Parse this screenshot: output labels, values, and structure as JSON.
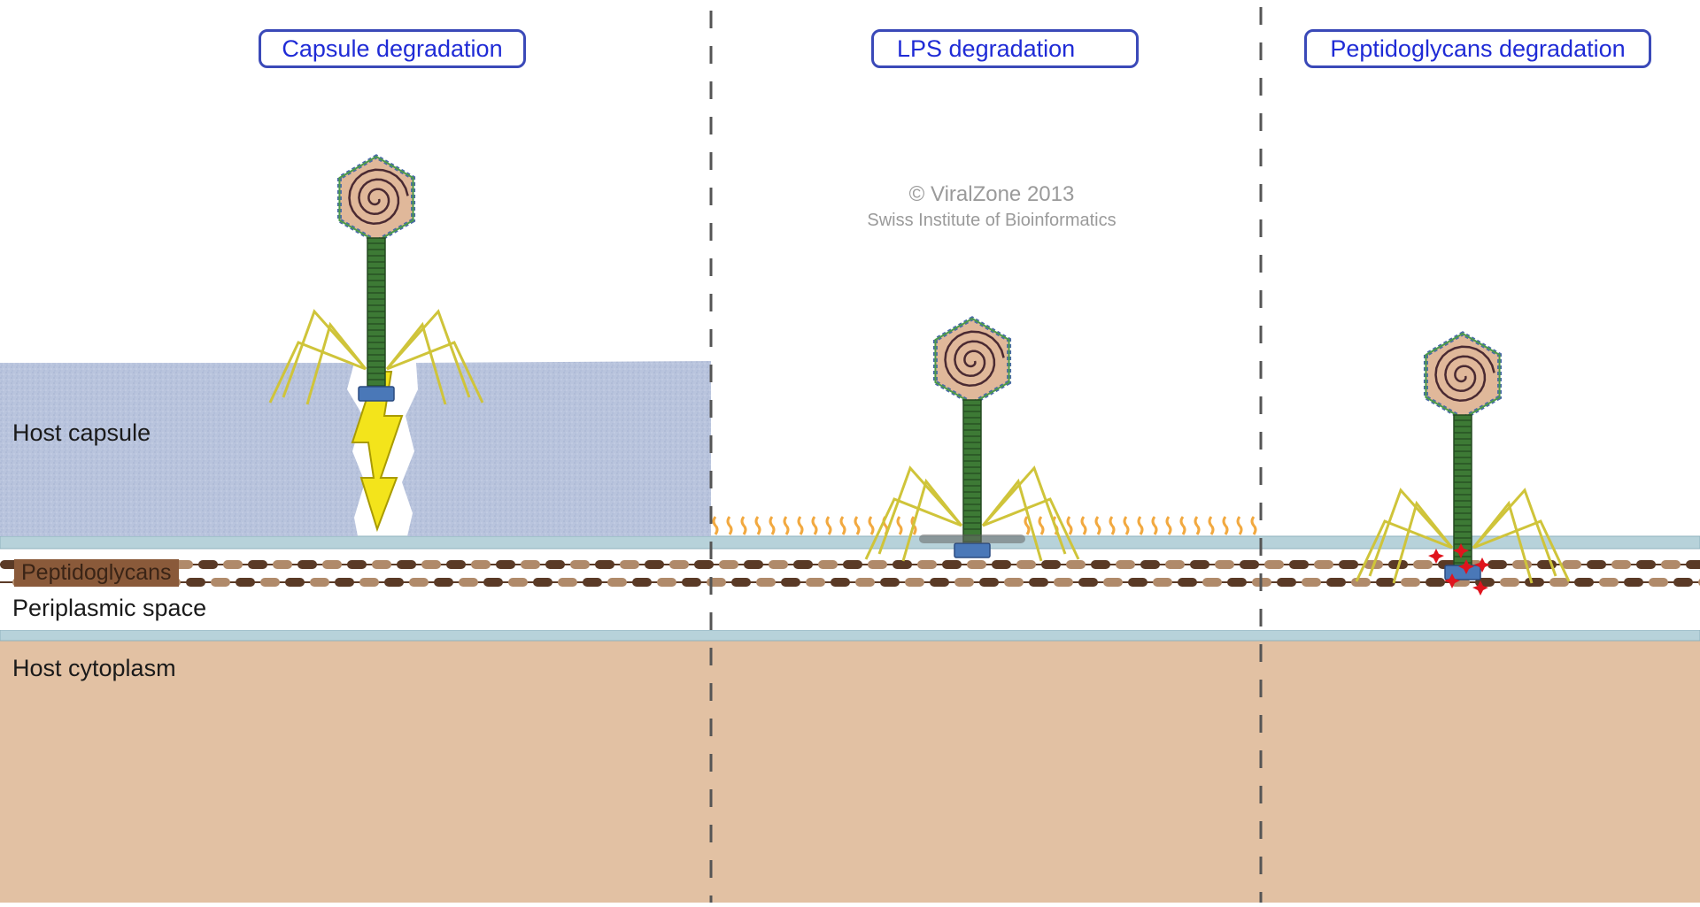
{
  "panels": {
    "capsule": "Capsule degradation",
    "lps": "LPS degradation",
    "peptidoglycan": "Peptidoglycans degradation"
  },
  "labels": {
    "host_capsule": "Host capsule",
    "peptidoglycans": "Peptidoglycans",
    "periplasmic_space": "Periplasmic space",
    "host_cytoplasm": "Host cytoplasm"
  },
  "watermark": {
    "line1": "© ViralZone 2013",
    "line2": "Swiss Institute of Bioinformatics"
  },
  "colors": {
    "capsule": "#b7c2dc",
    "membrane": "#b7d2da",
    "cytoplasm": "#e2c1a3",
    "peptidoglycan_dark": "#5a3a26",
    "peptidoglycan_light": "#b08a6a",
    "lps": "#f2a940",
    "tail_green": "#3d7a35",
    "fiber_yellow": "#cfc43a",
    "head_fill": "#e0b89a",
    "bolt": "#f3e41b",
    "damage_red": "#e0141d",
    "title_blue": "#1f2bd6"
  }
}
